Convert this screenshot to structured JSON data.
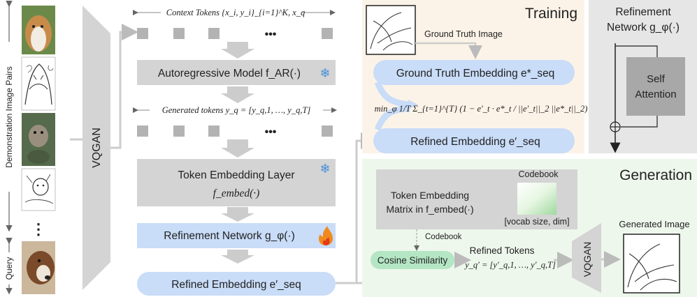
{
  "left_column": {
    "side_label_top": "Demonstration Image Pairs",
    "side_label_bottom": "Query",
    "ellipsis": "⋮",
    "thumbnails": [
      "dog-photo",
      "dog-sketch",
      "seal-photo",
      "seal-sketch",
      "query-dog-photo"
    ]
  },
  "vqgan_left": {
    "label": "VQGAN"
  },
  "pipeline": {
    "context_tokens": "Context Tokens {x_i, y_i}_{i=1}^K, x_q",
    "dots_top": "•••",
    "ar_model": "Autoregressive Model f_AR(·)",
    "generated_tokens": "Generated tokens y_q = [y_q,1, …, y_q,T]",
    "dots_bottom": "•••",
    "token_embedding_title": "Token Embedding Layer",
    "token_embedding_fn": "f_embed(·)",
    "refinement_network": "Refinement Network g_φ(·)",
    "refined_embedding": "Refined Embedding e′_seq"
  },
  "training": {
    "title": "Training",
    "gt_image_label": "Ground Truth Image",
    "gt_embedding": "Ground Truth Embedding e*_seq",
    "loss": "min_φ 1/T Σ_{t=1}^{T} (1 − e′_t · e*_t / ||e′_t||_2 ||e*_t||_2)",
    "refined_embedding": "Refined Embedding e′_seq"
  },
  "refinement_panel": {
    "title_line1": "Refinement",
    "title_line2": "Network g_φ(·)",
    "block_line1": "Self",
    "block_line2": "Attention"
  },
  "generation": {
    "title": "Generation",
    "codebook_title": "Codebook",
    "matrix_line1": "Token Embedding",
    "matrix_line2": "Matrix in f_embed(·)",
    "codebook_size": "[vocab size, dim]",
    "codebook_arrow_label": "Codebook",
    "cosine_similarity": "Cosine Similarity",
    "refined_tokens_title": "Refined Tokens",
    "refined_tokens_formula": "y_q′ = [y′_q,1, …, y′_q,T]",
    "vqgan_label": "VQGAN",
    "generated_image_label": "Generated Image"
  },
  "colors": {
    "gray_box": "#d4d4d4",
    "blue_box": "#c9dcf8",
    "green_pill": "#b4e6c4",
    "training_bg": "#fcf3e8",
    "refine_panel_bg": "#e6e6e6",
    "generation_bg": "#eef7ec",
    "arrow": "#cccccc",
    "snow": "#4a90d9"
  }
}
